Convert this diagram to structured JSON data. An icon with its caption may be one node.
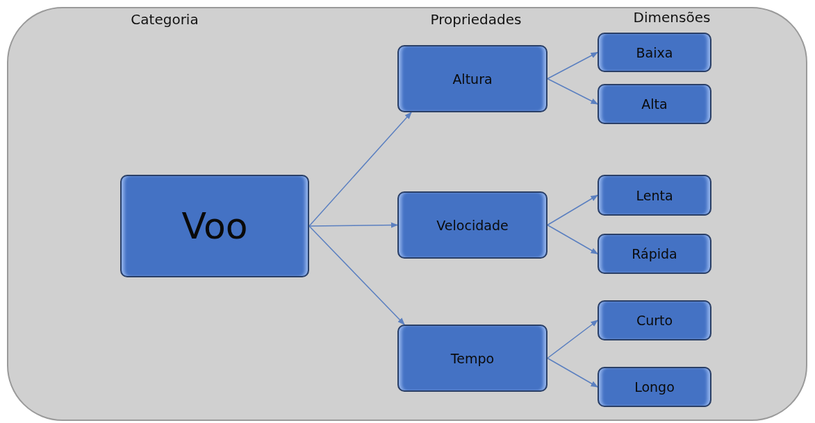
{
  "diagram": {
    "nodes": [
      {
        "text": [
          "Voo"
        ]
      },
      {
        "text": [
          "Altura"
        ]
      },
      {
        "text": [
          "Velocidade"
        ]
      },
      {
        "text": [
          "Tempo"
        ]
      },
      {
        "text": [
          "Baixa"
        ]
      },
      {
        "text": [
          "Alta"
        ]
      },
      {
        "text": [
          "Lenta"
        ]
      },
      {
        "text": [
          "Rápida"
        ]
      },
      {
        "text": [
          "Curto"
        ]
      },
      {
        "text": [
          "Longo"
        ]
      }
    ],
    "edges": [
      {
        "from": 0,
        "to": 1,
        "arrow": "to"
      },
      {
        "from": 0,
        "to": 2,
        "arrow": "to"
      },
      {
        "from": 0,
        "to": 3,
        "arrow": "to"
      },
      {
        "from": 1,
        "to": 4,
        "arrow": "to"
      },
      {
        "from": 1,
        "to": 5,
        "arrow": "to"
      },
      {
        "from": 2,
        "to": 6,
        "arrow": "to"
      },
      {
        "from": 2,
        "to": 7,
        "arrow": "to"
      },
      {
        "from": 3,
        "to": 8,
        "arrow": "to"
      },
      {
        "from": 3,
        "to": 9,
        "arrow": "to"
      }
    ],
    "labels": [
      "Categoria",
      "Propriedades",
      "Dimensões"
    ]
  }
}
